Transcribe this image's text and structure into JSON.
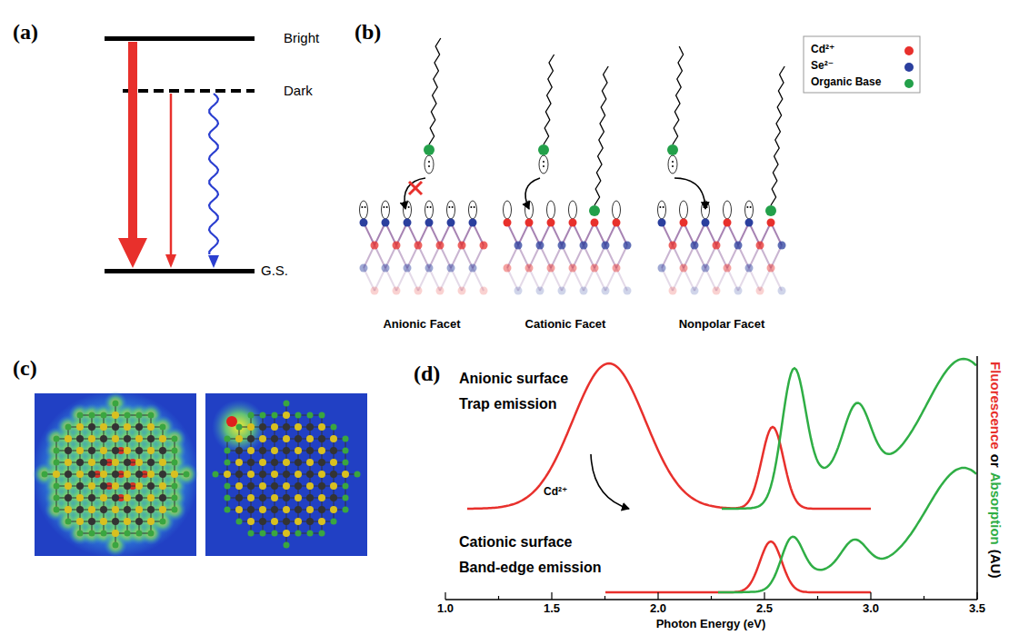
{
  "diagram": {
    "labels": [
      "(a)",
      "Bright",
      "Dark",
      "G.S.",
      "(b)",
      "Anionic Facet",
      "Cationic Facet",
      "Nonpolar Facet",
      "(c)",
      "(d)",
      "Anionic surface",
      "Trap emission",
      "Cd²⁺",
      "Cationic surface",
      "Band-edge emission",
      "Fluorescence",
      "or",
      "Absorption",
      "(AU)",
      "1.0",
      "1.5",
      "2.0",
      "2.5",
      "3.0",
      "3.5",
      "Photon Energy (eV)"
    ],
    "legend": [
      {
        "text": "Cd²⁺",
        "color": "#e8302c"
      },
      {
        "text": "Se²⁻",
        "color": "#2b3f9e"
      },
      {
        "text": "Organic Base",
        "color": "#23a04a"
      }
    ]
  }
}
